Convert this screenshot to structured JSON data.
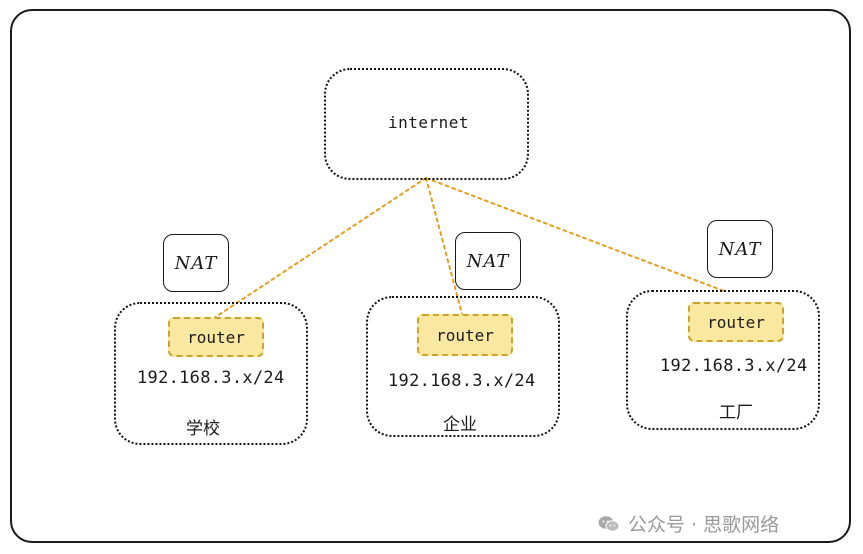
{
  "diagram": {
    "internet": {
      "label": "internet"
    },
    "sites": [
      {
        "nat": "NAT",
        "router": "router",
        "subnet": "192.168.3.x/24",
        "name": "学校"
      },
      {
        "nat": "NAT",
        "router": "router",
        "subnet": "192.168.3.x/24",
        "name": "企业"
      },
      {
        "nat": "NAT",
        "router": "router",
        "subnet": "192.168.3.x/24",
        "name": "工厂"
      }
    ],
    "colors": {
      "link": "#e0a020",
      "router_fill": "#fbe8a0",
      "router_border": "#caa52e",
      "outline": "#111111"
    }
  },
  "watermark": {
    "icon": "wechat-icon",
    "text": "公众号 · 思歌网络"
  }
}
